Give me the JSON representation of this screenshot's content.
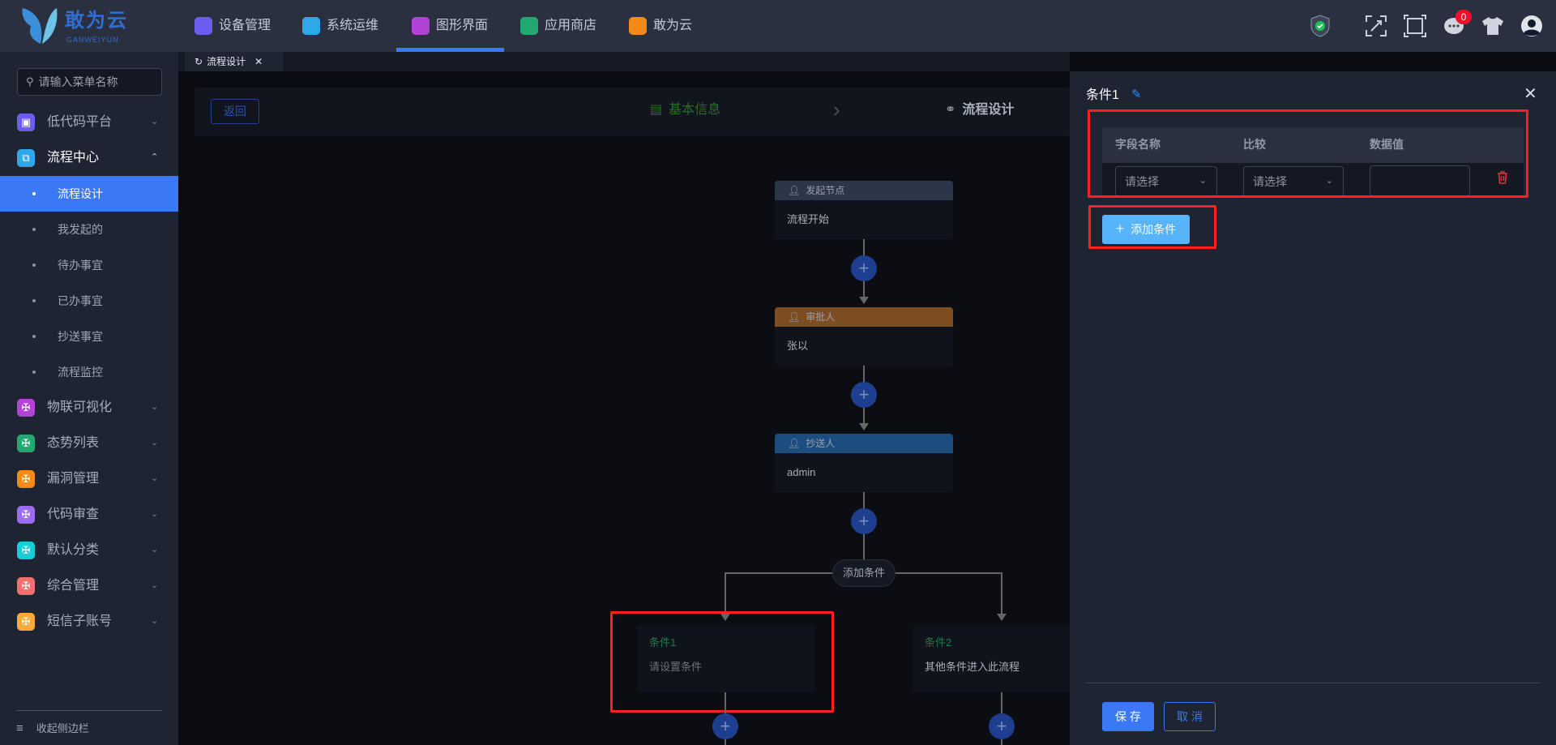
{
  "header": {
    "logo_text": "敢为云",
    "logo_sub": "GANWEIYUN",
    "nav": [
      {
        "label": "设备管理",
        "color": "#6c5cf0"
      },
      {
        "label": "系统运维",
        "color": "#2ea8e8"
      },
      {
        "label": "图形界面",
        "color": "#b144d6",
        "active": true
      },
      {
        "label": "应用商店",
        "color": "#24a872"
      },
      {
        "label": "敢为云",
        "color": "#f58a16"
      }
    ],
    "message_badge": "0"
  },
  "sidebar": {
    "search_placeholder": "请输入菜单名称",
    "menus": [
      {
        "label": "低代码平台",
        "color": "#6c5cf0"
      },
      {
        "label": "流程中心",
        "color": "#2ea8e8"
      },
      {
        "label": "物联可视化",
        "color": "#b144d6"
      },
      {
        "label": "态势列表",
        "color": "#24a872"
      },
      {
        "label": "漏洞管理",
        "color": "#f58a16"
      },
      {
        "label": "代码审查",
        "color": "#9b6cf0"
      },
      {
        "label": "默认分类",
        "color": "#16cfd6"
      },
      {
        "label": "综合管理",
        "color": "#f07070"
      },
      {
        "label": "短信子账号",
        "color": "#f8aa3a"
      }
    ],
    "submenu": [
      "流程设计",
      "我发起的",
      "待办事宜",
      "已办事宜",
      "抄送事宜",
      "流程监控"
    ],
    "collapse_label": "收起侧边栏"
  },
  "tabs": [
    {
      "label": "流程设计"
    }
  ],
  "steps": {
    "back": "返回",
    "step1": "基本信息",
    "step2": "流程设计"
  },
  "flow": {
    "nodes": [
      {
        "type": "发起节点",
        "content": "流程开始",
        "color": "#2c3649"
      },
      {
        "type": "审批人",
        "content": "张以",
        "color": "#7f4d22"
      },
      {
        "type": "抄送人",
        "content": "admin",
        "color": "#1b4d80"
      }
    ],
    "add_condition": "添加条件",
    "conditions": [
      {
        "title": "条件1",
        "desc": "请设置条件"
      },
      {
        "title": "条件2",
        "desc": "其他条件进入此流程"
      }
    ]
  },
  "panel": {
    "title": "条件1",
    "columns": [
      "字段名称",
      "比较",
      "数据值"
    ],
    "row": {
      "field_placeholder": "请选择",
      "compare_placeholder": "请选择",
      "value": ""
    },
    "add_button": "添加条件",
    "save": "保 存",
    "cancel": "取 消"
  }
}
